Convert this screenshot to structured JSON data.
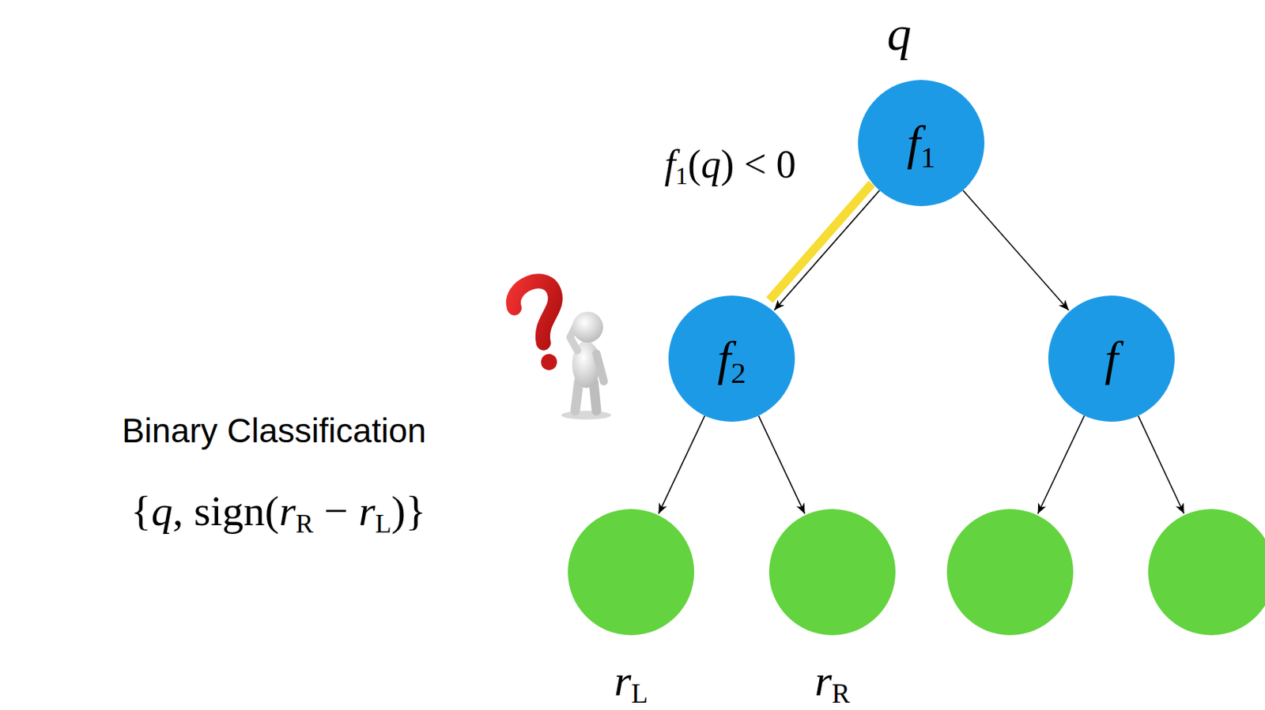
{
  "diagram": {
    "nodes": [
      {
        "text": [
          "f1"
        ]
      },
      {
        "text": [
          "f2"
        ]
      },
      {
        "text": [
          "f"
        ]
      },
      {
        "text": [
          "rL"
        ]
      },
      {
        "text": [
          "rR"
        ]
      },
      {
        "text": []
      },
      {
        "text": []
      }
    ],
    "edges": [
      {
        "from": 0,
        "to": 1,
        "arrow": "to",
        "label": "f1(q) < 0"
      },
      {
        "from": 0,
        "to": 2,
        "arrow": "to"
      },
      {
        "from": 1,
        "to": 3,
        "arrow": "to"
      },
      {
        "from": 1,
        "to": 4,
        "arrow": "to"
      },
      {
        "from": 2,
        "to": 5,
        "arrow": "to"
      },
      {
        "from": 2,
        "to": 6,
        "arrow": "to"
      }
    ],
    "labels": [
      "q",
      "Binary Classification",
      "{q, sign(rR − rL)}"
    ]
  }
}
